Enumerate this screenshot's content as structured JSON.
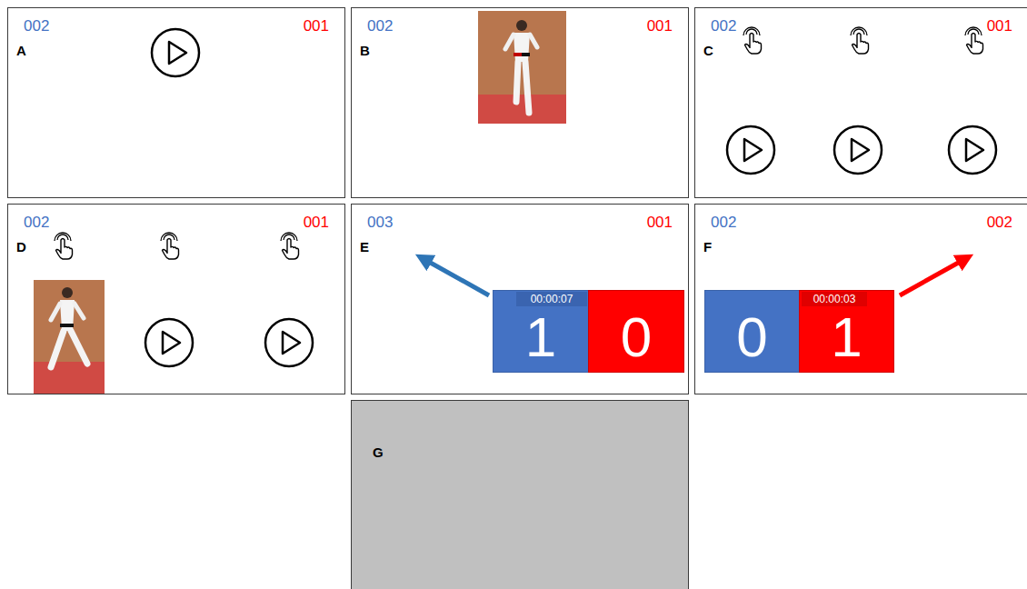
{
  "diagram": {
    "nodes": [
      {
        "text": [
          "002",
          "001",
          "A"
        ]
      },
      {
        "text": [
          "002",
          "001",
          "B"
        ]
      },
      {
        "text": [
          "002",
          "001",
          "C"
        ]
      },
      {
        "text": [
          "002",
          "001",
          "D"
        ]
      },
      {
        "text": [
          "003",
          "001",
          "E"
        ]
      },
      {
        "text": [
          "00:00:07",
          "1"
        ],
        "in": 4
      },
      {
        "text": [
          "0"
        ],
        "in": 4
      },
      {
        "text": [
          "002",
          "002",
          "F"
        ]
      },
      {
        "text": [
          "0"
        ],
        "in": 7
      },
      {
        "text": [
          "00:00:03",
          "1"
        ],
        "in": 7
      },
      {
        "text": [
          "G"
        ]
      }
    ]
  }
}
